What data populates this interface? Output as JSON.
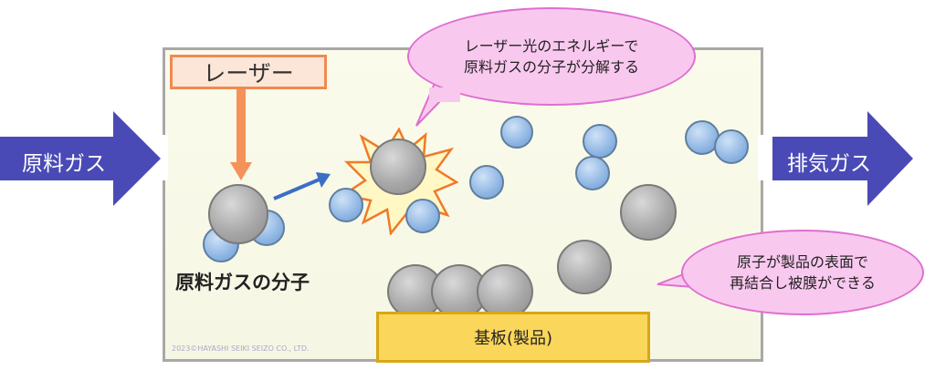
{
  "inlet_label": "原料ガス",
  "outlet_label": "排気ガス",
  "laser_label": "レーザー",
  "molecule_label": "原料ガスの分子",
  "bubble_top": {
    "line1": "レーザー光のエネルギーで",
    "line2": "原料ガスの分子が分解する"
  },
  "bubble_right": {
    "line1": "原子が製品の表面で",
    "line2": "再結合し被膜ができる"
  },
  "substrate_label": "基板(製品)",
  "copyright": "2023©HAYASHI SEIKI SEIZO CO., LTD.",
  "colors": {
    "arrow": "#4a4ab6",
    "laser": "#f5925a",
    "bubble": "#f9c8ef",
    "substrate": "#fad65a",
    "small_atom": "#8fb6e3",
    "large_atom": "#a8a8a8"
  }
}
